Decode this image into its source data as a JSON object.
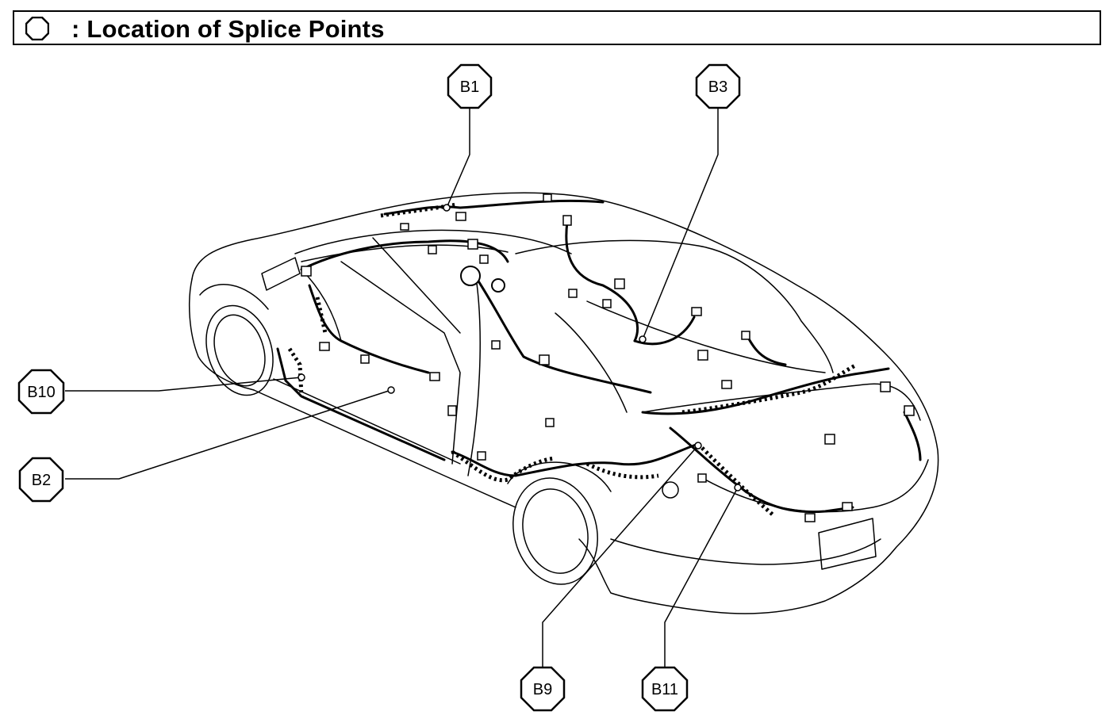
{
  "header": {
    "title": ": Location of Splice Points",
    "icon": "octagon-icon"
  },
  "callouts": [
    {
      "id": "B1"
    },
    {
      "id": "B3"
    },
    {
      "id": "B10"
    },
    {
      "id": "B2"
    },
    {
      "id": "B9"
    },
    {
      "id": "B11"
    }
  ],
  "colors": {
    "line": "#000000",
    "background": "#ffffff"
  }
}
